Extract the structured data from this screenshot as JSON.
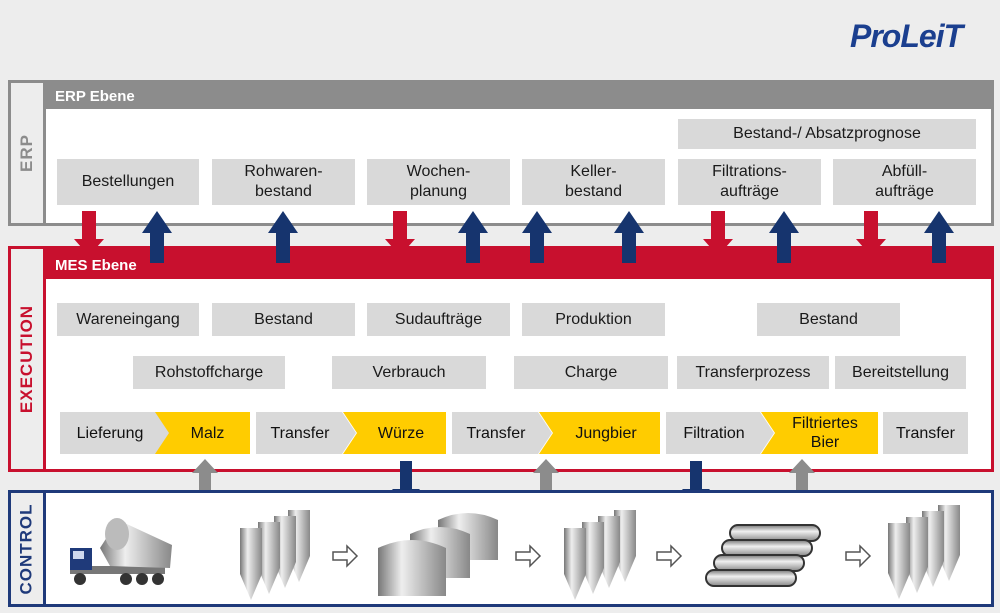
{
  "logo": {
    "text_main": "ProLei",
    "text_end": "T"
  },
  "erp": {
    "side_label": "ERP",
    "header": "ERP Ebene",
    "forecast": "Bestand-/ Absatzprognose",
    "boxes": [
      {
        "line1": "Bestellungen",
        "line2": ""
      },
      {
        "line1": "Rohwaren-",
        "line2": "bestand"
      },
      {
        "line1": "Wochen-",
        "line2": "planung"
      },
      {
        "line1": "Keller-",
        "line2": "bestand"
      },
      {
        "line1": "Filtrations-",
        "line2": "aufträge"
      },
      {
        "line1": "Abfüll-",
        "line2": "aufträge"
      }
    ]
  },
  "mes": {
    "side_label": "EXECUTION",
    "header": "MES Ebene",
    "row1": [
      "Wareneingang",
      "Bestand",
      "Sudaufträge",
      "Produktion",
      "Bestand"
    ],
    "row2": [
      "Rohstoffcharge",
      "Verbrauch",
      "Charge",
      "Transferprozess",
      "Bereitstellung"
    ],
    "flow": [
      {
        "line1": "Lieferung",
        "line2": "",
        "kind": "grey"
      },
      {
        "line1": "Malz",
        "line2": "",
        "kind": "yellow"
      },
      {
        "line1": "Transfer",
        "line2": "",
        "kind": "grey"
      },
      {
        "line1": "Würze",
        "line2": "",
        "kind": "yellow"
      },
      {
        "line1": "Transfer",
        "line2": "",
        "kind": "grey"
      },
      {
        "line1": "Jungbier",
        "line2": "",
        "kind": "yellow"
      },
      {
        "line1": "Filtration",
        "line2": "",
        "kind": "grey"
      },
      {
        "line1": "Filtriertes",
        "line2": "Bier",
        "kind": "yellow"
      },
      {
        "line1": "Transfer",
        "line2": "",
        "kind": "grey"
      }
    ]
  },
  "control": {
    "side_label": "CONTROL"
  },
  "colors": {
    "erp": "#8c8c8c",
    "mes": "#c8102e",
    "control": "#1f3a7a",
    "down_red": "#c8102e",
    "up_blue": "#16346e",
    "yellow": "#ffcc00",
    "grey_box": "#d9d9d9"
  }
}
